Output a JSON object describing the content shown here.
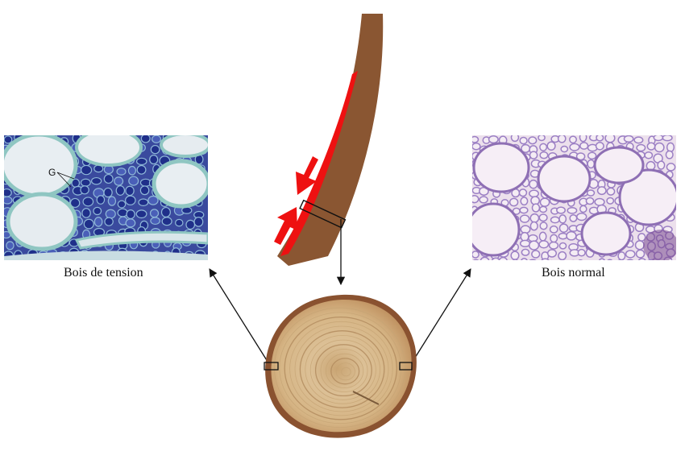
{
  "left_panel": {
    "caption": "Bois de tension",
    "marker": "G",
    "stain_color": "#3e4fa8"
  },
  "right_panel": {
    "caption": "Bois normal",
    "stain_color": "#9b7fc4"
  },
  "stem": {
    "wood_color": "#8a5632",
    "tension_layer_color": "#ee1111"
  },
  "section": {
    "heartwood_color": "#d8b98b",
    "bark_color": "#8a5230"
  },
  "arrow_color": "#111111"
}
